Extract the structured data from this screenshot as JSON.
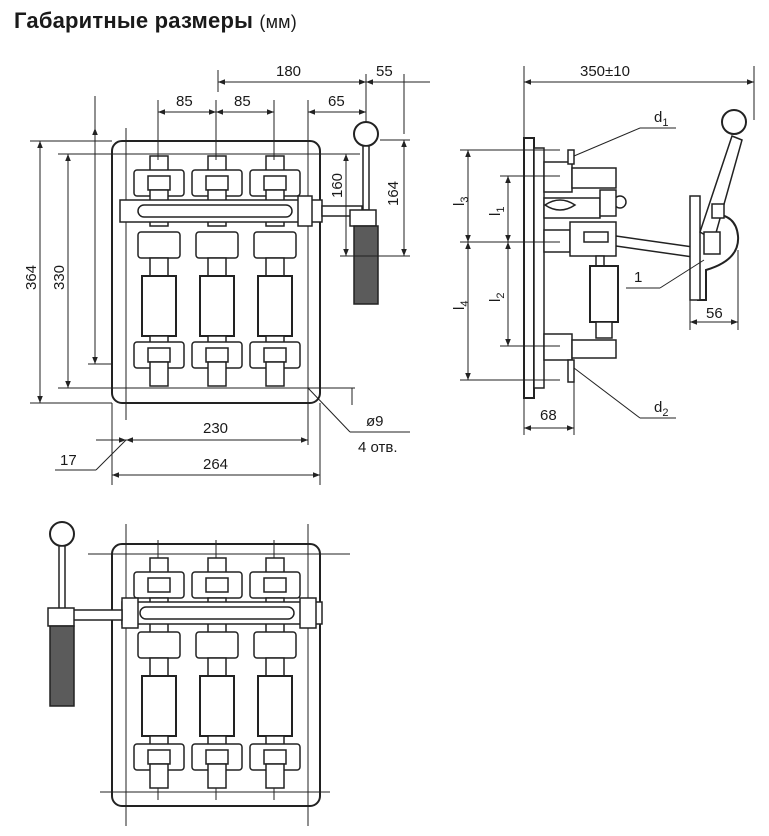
{
  "header": {
    "title": "Габаритные размеры",
    "unit": "(мм)"
  },
  "front_view": {
    "dims": {
      "d180": "180",
      "d55": "55",
      "d85a": "85",
      "d85b": "85",
      "d65": "65",
      "d160": "160",
      "d164": "164",
      "d364": "364",
      "d330": "330",
      "d230": "230",
      "d264": "264",
      "d17": "17",
      "hole": "ø9",
      "holes_count": "4 отв."
    }
  },
  "side_view": {
    "dims": {
      "d350": "350±10",
      "d56": "56",
      "d68": "68",
      "l1": "l",
      "l1_sub": "1",
      "l2": "l",
      "l2_sub": "2",
      "l3": "l",
      "l3_sub": "3",
      "l4": "l",
      "l4_sub": "4",
      "d1": "d",
      "d1_sub": "1",
      "d2": "d",
      "d2_sub": "2",
      "pos1": "1"
    }
  }
}
